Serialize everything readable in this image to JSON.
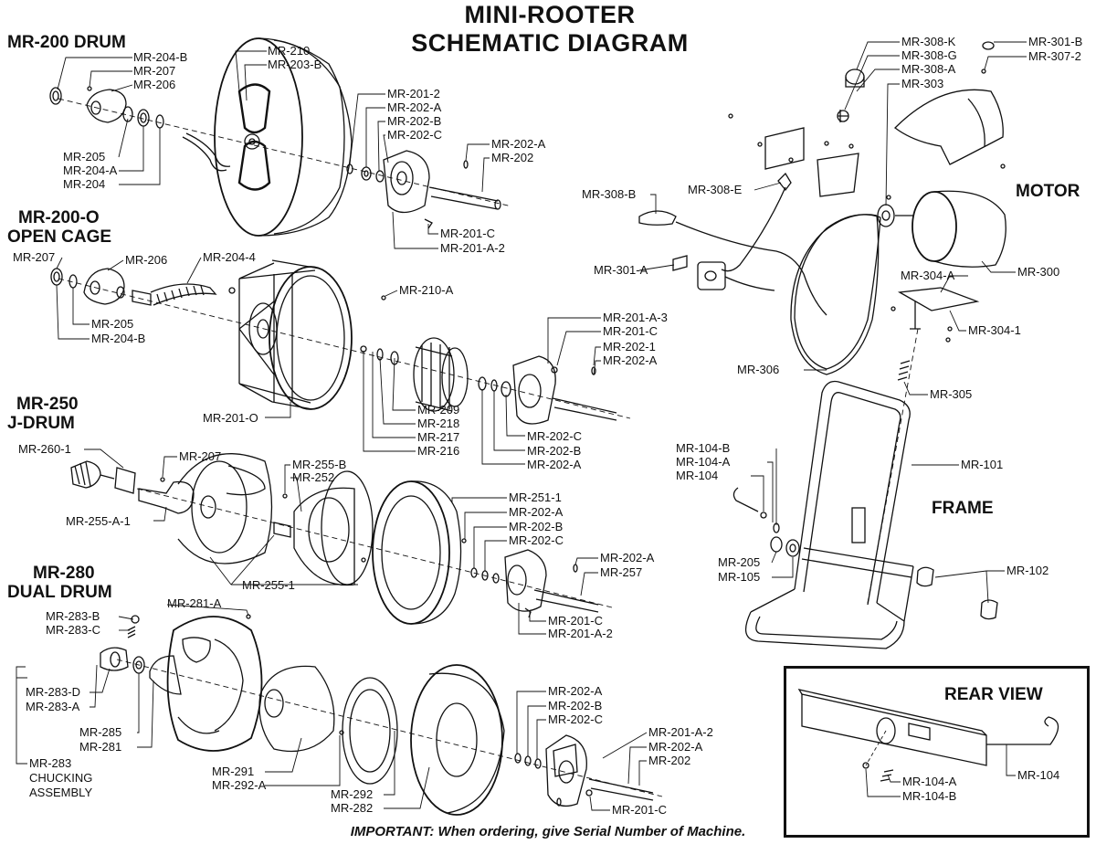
{
  "title": {
    "line1": "MINI-ROOTER",
    "line2": "SCHEMATIC DIAGRAM"
  },
  "sections": {
    "mr200": "MR-200 DRUM",
    "mr200o_1": "MR-200-O",
    "mr200o_2": "OPEN CAGE",
    "mr250_1": "MR-250",
    "mr250_2": "J-DRUM",
    "mr280_1": "MR-280",
    "mr280_2": "DUAL DRUM",
    "motor": "MOTOR",
    "frame": "FRAME",
    "rear": "REAR VIEW"
  },
  "footer": "IMPORTANT: When ordering, give Serial Number of Machine.",
  "labels": {
    "l001": "MR-204-B",
    "l002": "MR-207",
    "l003": "MR-206",
    "l004": "MR-210",
    "l005": "MR-203-B",
    "l006": "MR-201-2",
    "l007": "MR-202-A",
    "l008": "MR-202-B",
    "l009": "MR-202-C",
    "l010": "MR-202-A",
    "l011": "MR-202",
    "l012": "MR-205",
    "l013": "MR-204-A",
    "l014": "MR-204",
    "l015": "MR-201-C",
    "l016": "MR-201-A-2",
    "l017": "MR-207",
    "l018": "MR-206",
    "l019": "MR-204-4",
    "l020": "MR-210-A",
    "l021": "MR-205",
    "l022": "MR-204-B",
    "l023": "MR-201-A-3",
    "l024": "MR-201-C",
    "l025": "MR-202-1",
    "l026": "MR-202-A",
    "l027": "MR-209",
    "l028": "MR-218",
    "l029": "MR-217",
    "l030": "MR-216",
    "l031": "MR-201-O",
    "l032": "MR-202-C",
    "l033": "MR-202-B",
    "l034": "MR-202-A",
    "l035": "MR-260-1",
    "l036": "MR-207",
    "l037": "MR-255-B",
    "l038": "MR-252",
    "l039": "MR-255-A-1",
    "l040": "MR-251-1",
    "l041": "MR-202-A",
    "l042": "MR-202-B",
    "l043": "MR-202-C",
    "l044": "MR-202-A",
    "l045": "MR-257",
    "l046": "MR-255-1",
    "l047": "MR-201-C",
    "l048": "MR-201-A-2",
    "l049": "MR-281-A",
    "l050": "MR-283-B",
    "l051": "MR-283-C",
    "l052": "MR-283-D",
    "l053": "MR-283-A",
    "l054": "MR-285",
    "l055": "MR-281",
    "l056": "MR-283",
    "l057": "CHUCKING",
    "l058": "ASSEMBLY",
    "l059": "MR-291",
    "l060": "MR-292-A",
    "l061": "MR-292",
    "l062": "MR-282",
    "l063": "MR-202-A",
    "l064": "MR-202-B",
    "l065": "MR-202-C",
    "l066": "MR-201-A-2",
    "l067": "MR-202-A",
    "l068": "MR-202",
    "l069": "MR-201-C",
    "l070": "MR-308-K",
    "l071": "MR-308-G",
    "l072": "MR-308-A",
    "l073": "MR-303",
    "l074": "MR-301-B",
    "l075": "MR-307-2",
    "l076": "MR-308-B",
    "l077": "MR-308-E",
    "l078": "MR-301-A",
    "l079": "MR-300",
    "l080": "MR-304-A",
    "l081": "MR-304-1",
    "l082": "MR-306",
    "l083": "MR-305",
    "l084": "MR-104-B",
    "l085": "MR-104-A",
    "l086": "MR-104",
    "l087": "MR-101",
    "l088": "MR-205",
    "l089": "MR-105",
    "l090": "MR-102",
    "l091": "MR-104",
    "l092": "MR-104-A",
    "l093": "MR-104-B"
  }
}
